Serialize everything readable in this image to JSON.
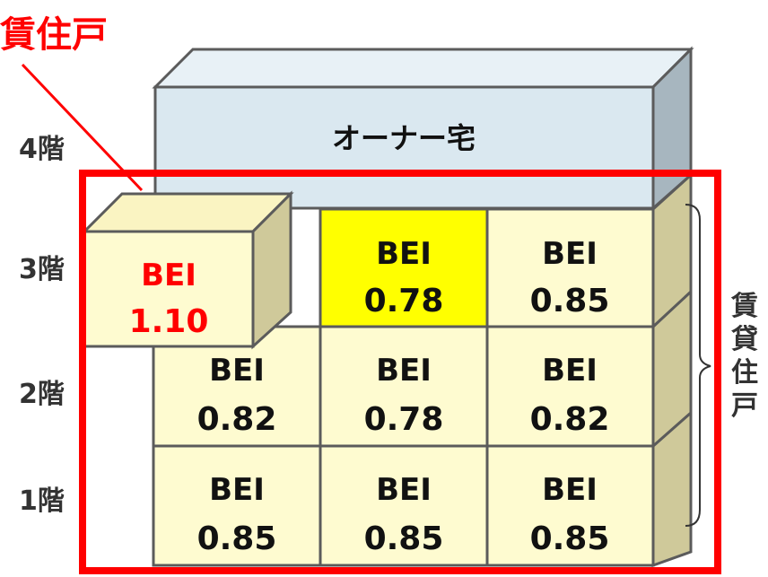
{
  "title": "賃住戸",
  "colors": {
    "highlight_red": "#ff0000",
    "unit_face": "#fefbd0",
    "unit_side": "#cfc99a",
    "unit_highlight": "#ffff00",
    "owner_face": "#dae8f0",
    "owner_side": "#a7b6bf",
    "outline": "#5b5b5b"
  },
  "floors": {
    "f4": "4階",
    "f3": "3階",
    "f2": "2階",
    "f1": "1階"
  },
  "owner_label": "オーナー宅",
  "side_label": "賃貸住戸",
  "units": {
    "f3_left": {
      "label": "BEI",
      "value": "1.10"
    },
    "f3_mid": {
      "label": "BEI",
      "value": "0.78"
    },
    "f3_right": {
      "label": "BEI",
      "value": "0.85"
    },
    "f2_left": {
      "label": "BEI",
      "value": "0.82"
    },
    "f2_mid": {
      "label": "BEI",
      "value": "0.78"
    },
    "f2_right": {
      "label": "BEI",
      "value": "0.82"
    },
    "f1_left": {
      "label": "BEI",
      "value": "0.85"
    },
    "f1_mid": {
      "label": "BEI",
      "value": "0.85"
    },
    "f1_right": {
      "label": "BEI",
      "value": "0.85"
    }
  }
}
